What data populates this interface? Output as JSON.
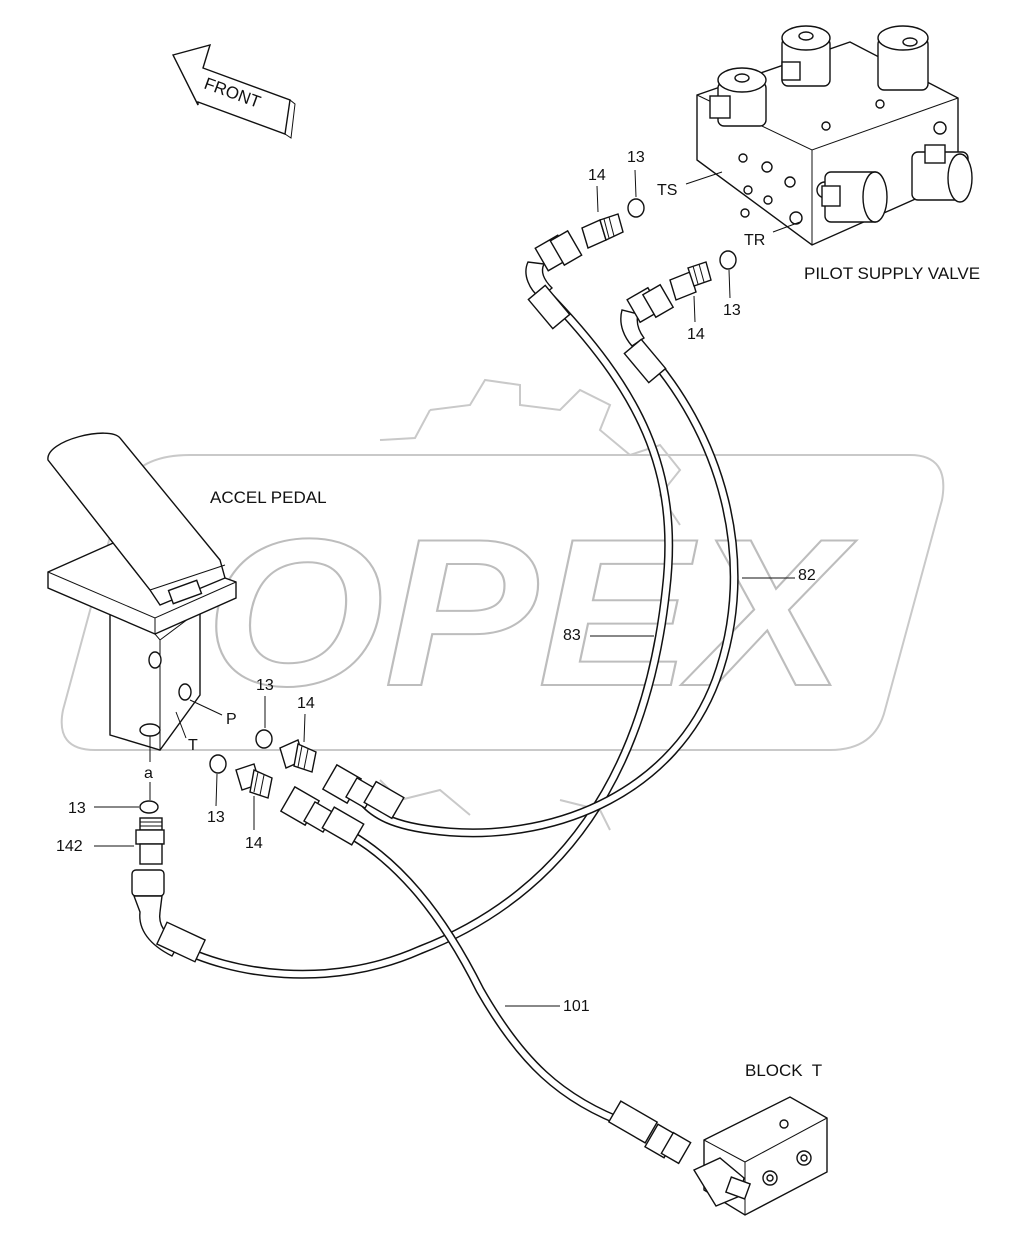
{
  "watermark": {
    "text": "OPEX"
  },
  "front_arrow": {
    "text": "FRONT"
  },
  "assemblies": {
    "pilot_supply_valve": "PILOT SUPPLY VALVE",
    "accel_pedal": "ACCEL PEDAL",
    "block_t": "BLOCK  T"
  },
  "ports": {
    "ts": "TS",
    "tr": "TR",
    "p": "P",
    "t": "T",
    "a": "a"
  },
  "callouts": {
    "c13_ts": "13",
    "c14_ts": "14",
    "c13_tr": "13",
    "c14_tr": "14",
    "c82": "82",
    "c83": "83",
    "c13_p": "13",
    "c14_p": "14",
    "c13_t": "13",
    "c14_t": "14",
    "c13_a": "13",
    "c142": "142",
    "c101": "101"
  }
}
